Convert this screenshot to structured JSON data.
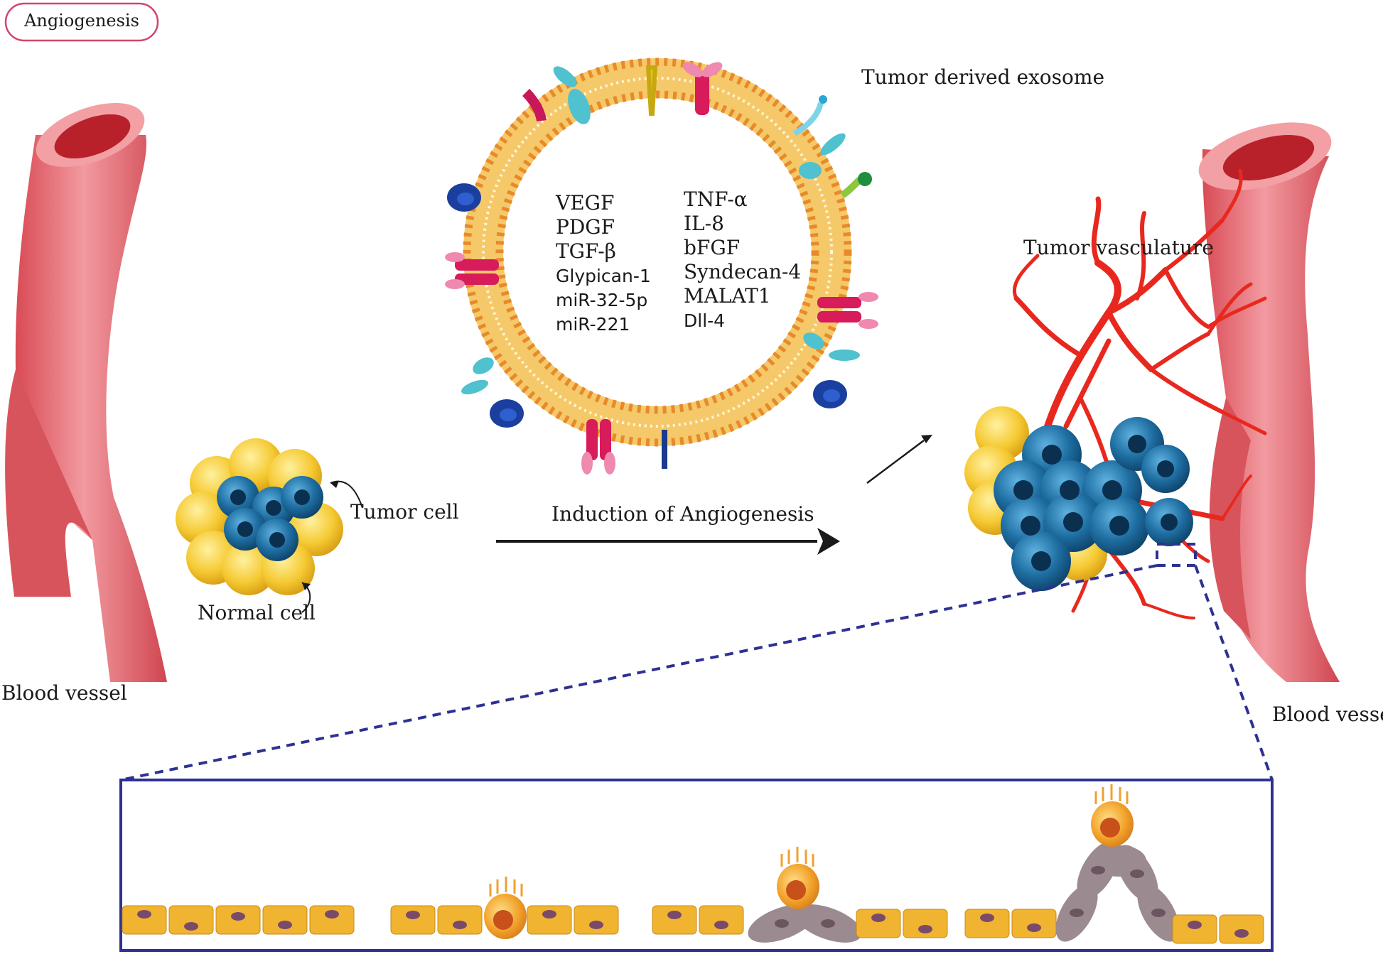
{
  "badge": {
    "label": "Angiogenesis"
  },
  "labels": {
    "exosome_title": "Tumor derived exosome",
    "tumor_cell": "Tumor cell",
    "normal_cell": "Normal cell",
    "blood_vessel_left": "Blood vessel",
    "blood_vessel_right": "Blood vessel",
    "induction": "Induction of Angiogenesis",
    "tumor_vasculature": "Tumor vasculature"
  },
  "exosome_cargo": {
    "left": [
      "VEGF",
      "PDGF",
      "TGF-β",
      "Glypican-1",
      "miR-32-5p",
      "miR-221"
    ],
    "right": [
      "TNF-α",
      "IL-8",
      "bFGF",
      "Syndecan-4",
      "MALAT1",
      "Dll-4"
    ]
  },
  "colors": {
    "vessel": "#e46b72",
    "vessel_inner": "#c0282f",
    "tumor_cell": "#1e6a9a",
    "normal_cell": "#f2c12e",
    "vasculature": "#e8281e",
    "membrane_head": "#e87b1e",
    "dashed_box": "#2e3192",
    "endothelial": "#f0b430",
    "pericyte": "#9b8a8f"
  }
}
